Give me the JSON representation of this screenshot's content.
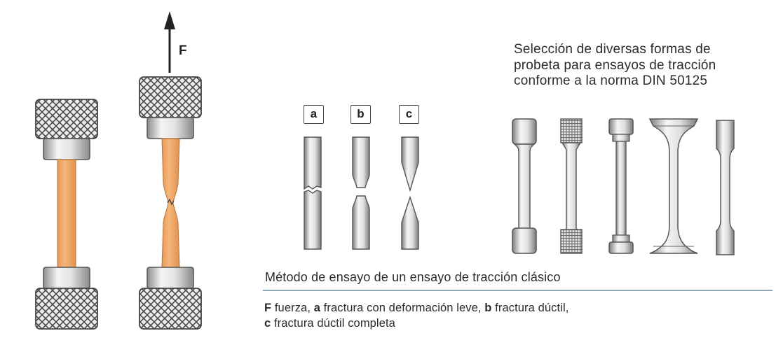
{
  "force_label": "F",
  "fracture_labels": [
    "a",
    "b",
    "c"
  ],
  "selection_text": [
    "Selección de diversas formas de",
    "probeta para ensayos de tracción",
    "conforme a la norma DIN 50125"
  ],
  "method_title": "Método de ensayo de un ensayo de tracción clásico",
  "legend": {
    "line1": [
      {
        "key": "F",
        "text": " fuerza, "
      },
      {
        "key": "a",
        "text": " fractura con deformación leve, "
      },
      {
        "key": "b",
        "text": " fractura dúctil,"
      }
    ],
    "line2": [
      {
        "key": "c",
        "text": " fractura dúctil completa"
      }
    ]
  },
  "colors": {
    "specimen": "#f0a868",
    "steel_light": "#f2f2f2",
    "steel_dark": "#9a9a9a",
    "knurl": "#555555",
    "divider": "#6a8a9c"
  }
}
